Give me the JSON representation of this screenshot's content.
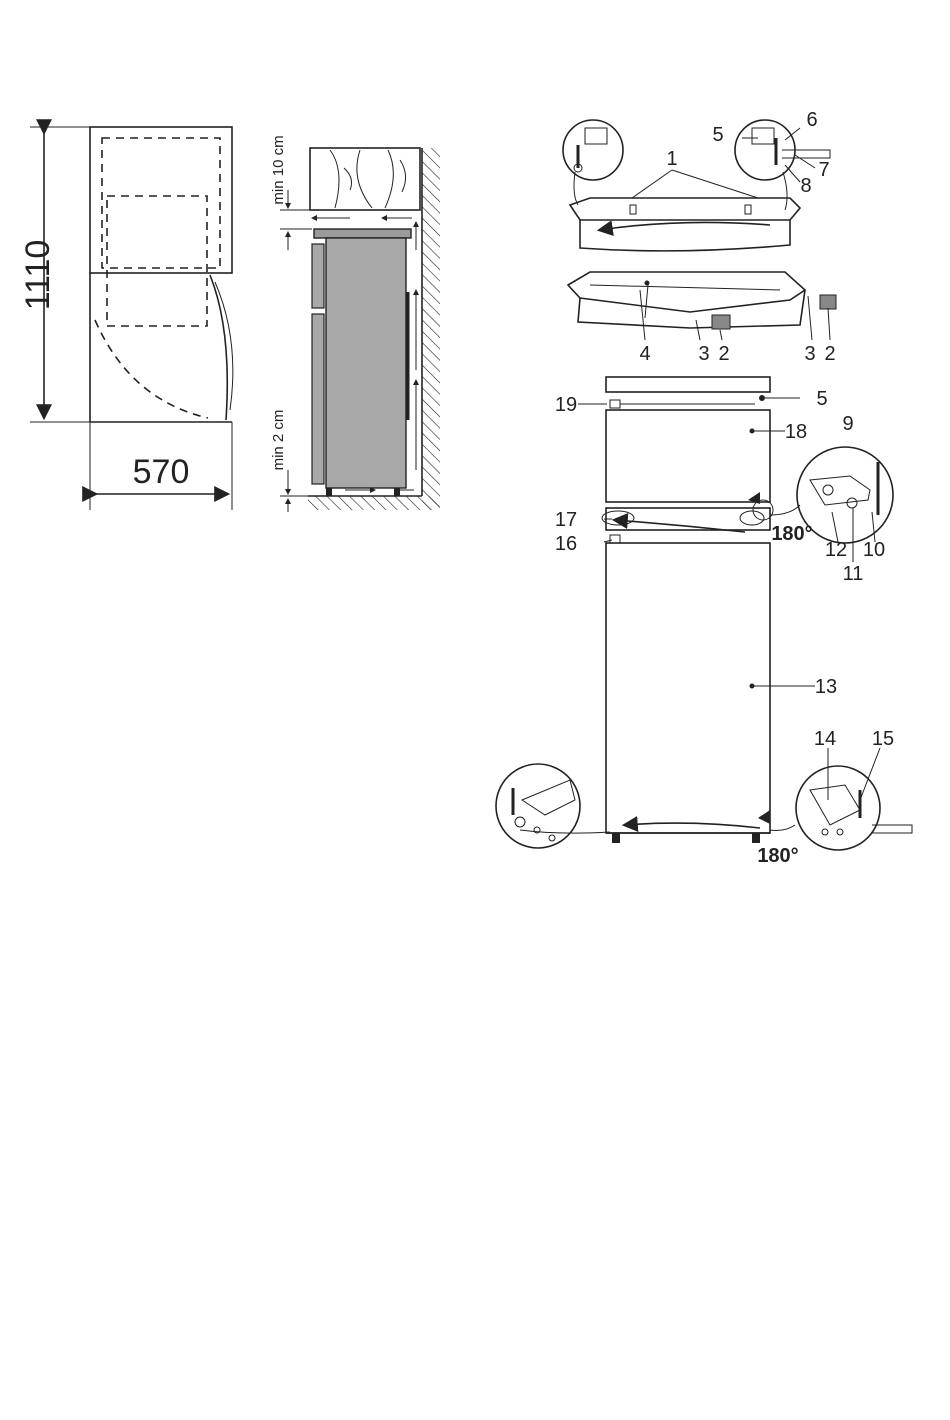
{
  "dimensions": {
    "height": "1110",
    "width": "570"
  },
  "clearances": {
    "top": "min 10 cm",
    "bottom": "min  2 cm"
  },
  "angles": {
    "top_hinge": "180°",
    "bottom_hinge": "180°"
  },
  "callouts": {
    "c1": "1",
    "c2a": "2",
    "c2b": "2",
    "c3a": "3",
    "c3b": "3",
    "c4": "4",
    "c5a": "5",
    "c5b": "5",
    "c6": "6",
    "c7": "7",
    "c8": "8",
    "c9": "9",
    "c10": "10",
    "c11": "11",
    "c12": "12",
    "c13": "13",
    "c14": "14",
    "c15": "15",
    "c16": "16",
    "c17": "17",
    "c18": "18",
    "c19": "19"
  }
}
